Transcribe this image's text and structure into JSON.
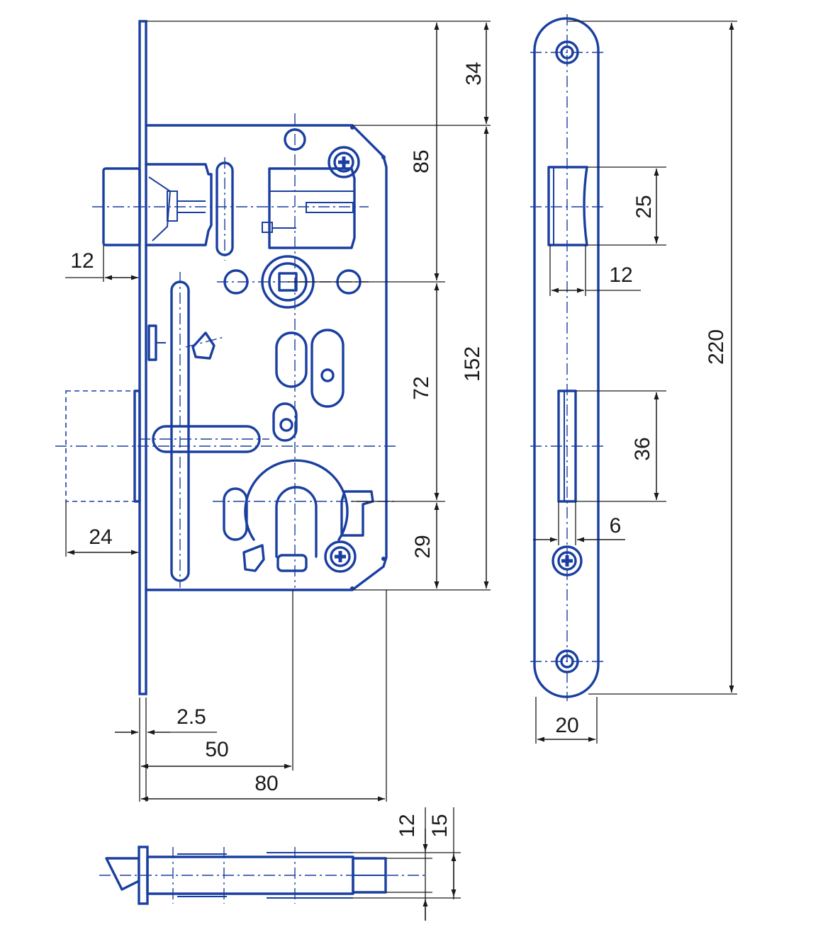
{
  "drawing": {
    "colors": {
      "part": "#1a3fa0",
      "dimension": "#1a1a1a",
      "background": "#ffffff"
    },
    "dimensions": {
      "backset_top": "34",
      "handle_to_top": "85",
      "body_height": "152",
      "handle_to_cylinder": "72",
      "cylinder_to_bottom": "29",
      "latch_projection": "12",
      "bolt_projection": "24",
      "faceplate_thickness": "2.5",
      "backset": "50",
      "body_depth": "80",
      "latch_height": "25",
      "latch_width": "12",
      "bolt_height": "36",
      "bolt_width": "6",
      "faceplate_width": "20",
      "faceplate_length": "220",
      "body_thickness_inner": "12",
      "body_thickness_outer": "15"
    }
  }
}
